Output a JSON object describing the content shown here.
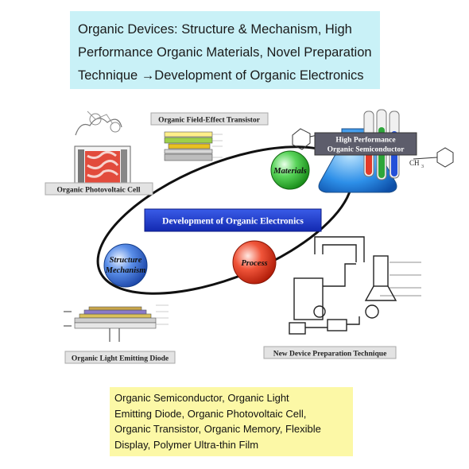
{
  "header": {
    "lines": [
      "Organic Devices: Structure & Mechanism, High",
      "Performance  Organic Materials, Novel Preparation",
      "Technique  →Development  of Organic Electronics"
    ]
  },
  "center": {
    "title": "Development of Organic Electronics"
  },
  "nodes": {
    "materials": "Materials",
    "structure_line1": "Structure",
    "structure_line2": "Mechanism",
    "process": "Process"
  },
  "panels": {
    "ofet": "Organic Field-Effect Transistor",
    "opv": "Organic Photovoltaic Cell",
    "hp_line1": "High Performance",
    "hp_line2": "Organic Semiconductor",
    "oled": "Organic Light Emitting Diode",
    "prep": "New Device Preparation Technique"
  },
  "footer": {
    "lines": [
      "Organic Semiconductor, Organic Light",
      "Emitting Diode, Organic Photovoltaic Cell,",
      "Organic Transistor, Organic Memory, Flexible",
      "Display, Polymer Ultra-thin Film"
    ]
  },
  "colors": {
    "header_bg": "#c9f1f7",
    "footer_bg": "#fcf8a6",
    "center_blue": "#1f3fd0",
    "materials_green": "#2fbf2f",
    "structure_blue": "#3a72d8",
    "process_red": "#e83a1f"
  }
}
